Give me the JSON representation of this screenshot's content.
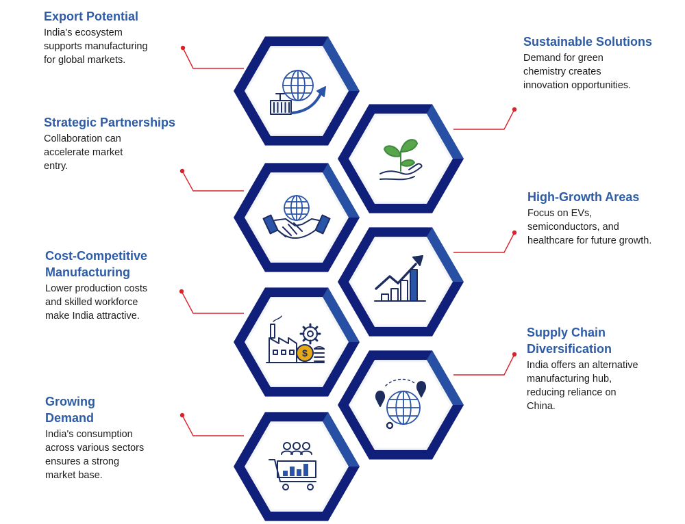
{
  "colors": {
    "hex_frame": "#0f1f7a",
    "hex_accent": "#2a54a8",
    "heading": "#2d5ba6",
    "connector": "#d9222a",
    "icon_line": "#1c2c5e",
    "icon_accent": "#2a54a8",
    "icon_green": "#3e8a3e",
    "icon_gold": "#e6a817"
  },
  "items": [
    {
      "id": "export-potential",
      "title": [
        "Export Potential"
      ],
      "lines": [
        "India's ecosystem",
        "supports manufacturing",
        "for global markets."
      ],
      "icon": "globe-container-arrow-icon"
    },
    {
      "id": "sustainable-solutions",
      "title": [
        "Sustainable Solutions"
      ],
      "lines": [
        "Demand for green",
        "chemistry creates",
        "innovation opportunities."
      ],
      "icon": "hand-plant-icon"
    },
    {
      "id": "strategic-partnerships",
      "title": [
        "Strategic Partnerships"
      ],
      "lines": [
        "Collaboration can",
        "accelerate market",
        "entry."
      ],
      "icon": "globe-handshake-icon"
    },
    {
      "id": "high-growth-areas",
      "title": [
        "High-Growth Areas"
      ],
      "lines": [
        "Focus on EVs,",
        "semiconductors, and",
        "healthcare for future growth."
      ],
      "icon": "growth-chart-icon"
    },
    {
      "id": "cost-competitive-manufacturing",
      "title": [
        "Cost-Competitive",
        "Manufacturing"
      ],
      "lines": [
        "Lower production costs",
        "and skilled workforce",
        "make India attractive."
      ],
      "icon": "factory-coins-icon"
    },
    {
      "id": "supply-chain-diversification",
      "title": [
        "Supply Chain",
        "Diversification"
      ],
      "lines": [
        "India offers an alternative",
        "manufacturing hub,",
        "reducing reliance on",
        "China."
      ],
      "icon": "globe-pins-icon"
    },
    {
      "id": "growing-demand",
      "title": [
        "Growing",
        "Demand"
      ],
      "lines": [
        "India's consumption",
        "across various sectors",
        "ensures a strong",
        "market base."
      ],
      "icon": "cart-people-icon"
    }
  ]
}
